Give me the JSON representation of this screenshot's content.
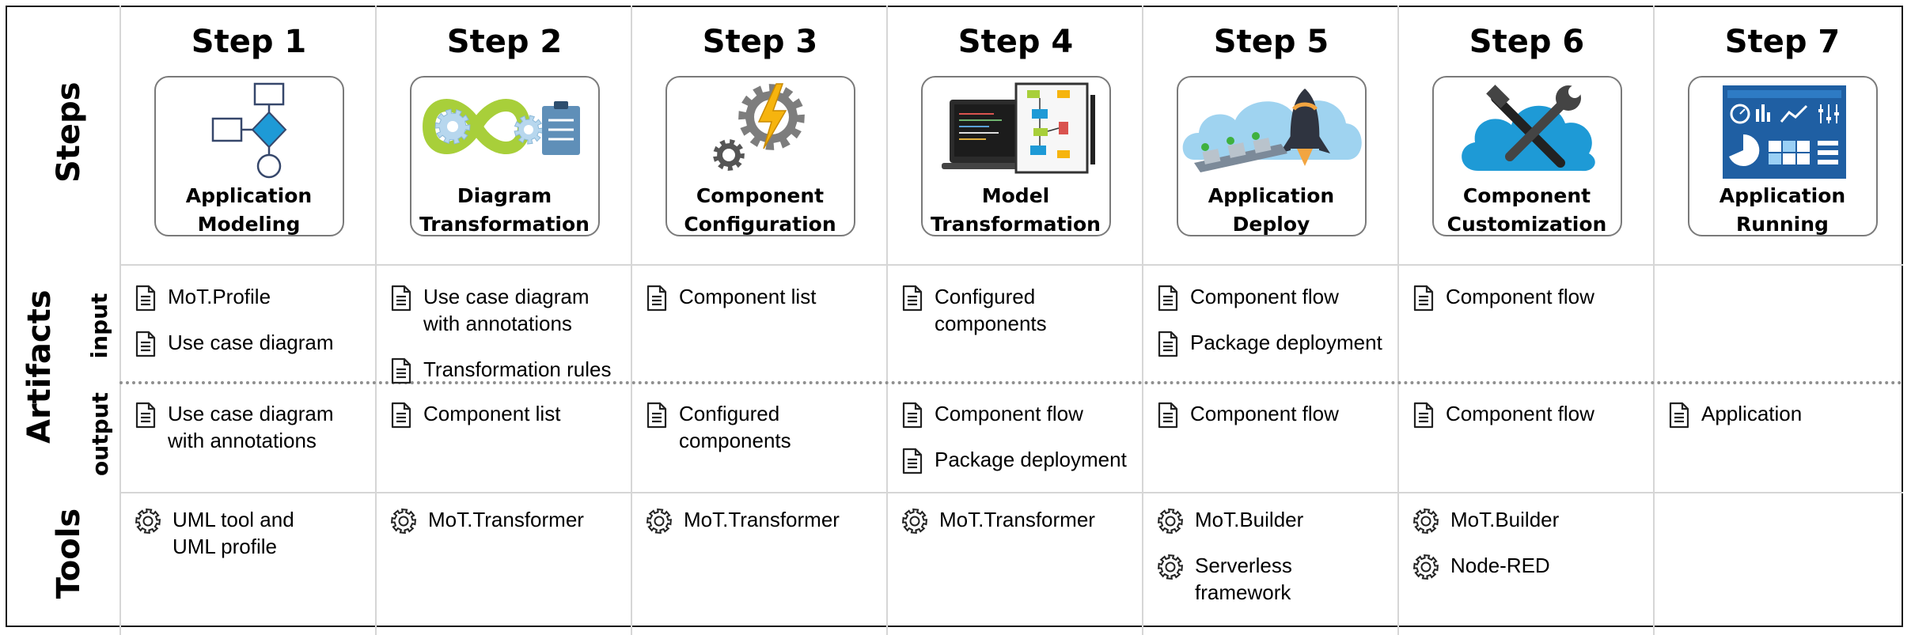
{
  "row_labels": {
    "steps": "Steps",
    "artifacts": "Artifacts",
    "input": "input",
    "output": "output",
    "tools": "Tools"
  },
  "steps": [
    {
      "title": "Step 1",
      "label": "Application\nModeling",
      "icon": "uml-diagram-icon"
    },
    {
      "title": "Step 2",
      "label": "Diagram\nTransformation",
      "icon": "transformation-gears-icon"
    },
    {
      "title": "Step 3",
      "label": "Component\nConfiguration",
      "icon": "configuration-gears-icon"
    },
    {
      "title": "Step 4",
      "label": "Model\nTransformation",
      "icon": "code-flow-screen-icon"
    },
    {
      "title": "Step 5",
      "label": "Application\nDeploy",
      "icon": "cloud-rocket-icon"
    },
    {
      "title": "Step 6",
      "label": "Component\nCustomization",
      "icon": "cloud-tools-icon"
    },
    {
      "title": "Step 7",
      "label": "Application\nRunning",
      "icon": "dashboard-icon"
    }
  ],
  "inputs": [
    [
      "MoT.Profile",
      "Use case diagram"
    ],
    [
      "Use case diagram\nwith annotations",
      "Transformation rules"
    ],
    [
      "Component list"
    ],
    [
      "Configured\ncomponents"
    ],
    [
      "Component flow",
      "Package deployment"
    ],
    [
      "Component flow"
    ],
    []
  ],
  "outputs": [
    [
      "Use case diagram\nwith annotations"
    ],
    [
      "Component list"
    ],
    [
      "Configured\ncomponents"
    ],
    [
      "Component flow",
      "Package deployment"
    ],
    [
      "Component flow"
    ],
    [
      "Component flow"
    ],
    [
      "Application"
    ]
  ],
  "tools": [
    [
      "UML tool and\nUML profile"
    ],
    [
      "MoT.Transformer"
    ],
    [
      "MoT.Transformer"
    ],
    [
      "MoT.Transformer"
    ],
    [
      "MoT.Builder",
      "Serverless\nframework"
    ],
    [
      "MoT.Builder",
      "Node-RED"
    ],
    []
  ],
  "colors": {
    "accent_blue": "#1e9ad6",
    "cloud_blue": "#9fd3f0",
    "gear_gray": "#7d7d7d",
    "lime": "#a8cf3a",
    "bolt_yellow": "#f6b40e",
    "border": "#7a7a7a"
  }
}
